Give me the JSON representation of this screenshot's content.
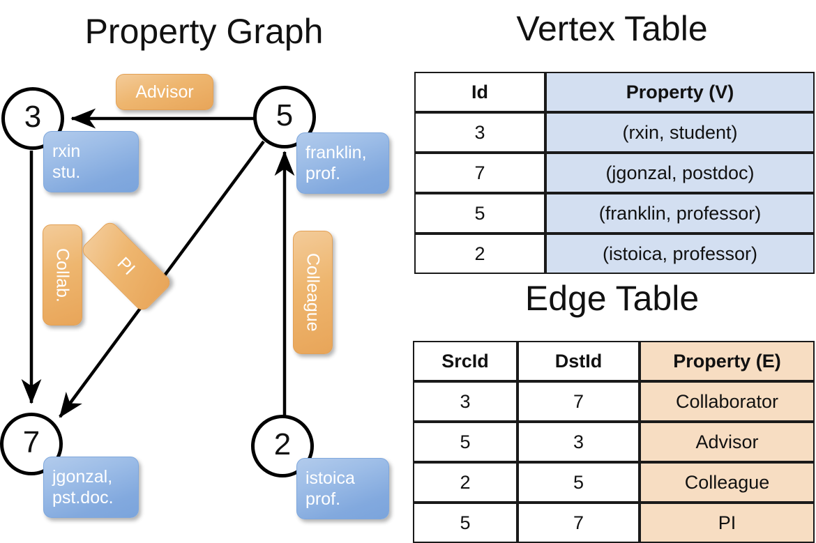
{
  "titles": {
    "property_graph": "Property Graph",
    "vertex_table": "Vertex Table",
    "edge_table": "Edge Table"
  },
  "graph": {
    "nodes": [
      {
        "id": "3",
        "label": "3",
        "property_line1": "rxin",
        "property_line2": "stu."
      },
      {
        "id": "5",
        "label": "5",
        "property_line1": "franklin,",
        "property_line2": "prof."
      },
      {
        "id": "7",
        "label": "7",
        "property_line1": "jgonzal,",
        "property_line2": "pst.doc."
      },
      {
        "id": "2",
        "label": "2",
        "property_line1": "istoica",
        "property_line2": "prof."
      }
    ],
    "edge_labels": {
      "advisor": "Advisor",
      "collab": "Collab.",
      "pi": "PI",
      "colleague": "Colleague"
    }
  },
  "vertex_table": {
    "headers": [
      "Id",
      "Property (V)"
    ],
    "rows": [
      {
        "id": "3",
        "property": "(rxin, student)"
      },
      {
        "id": "7",
        "property": "(jgonzal, postdoc)"
      },
      {
        "id": "5",
        "property": "(franklin, professor)"
      },
      {
        "id": "2",
        "property": "(istoica, professor)"
      }
    ]
  },
  "edge_table": {
    "headers": [
      "SrcId",
      "DstId",
      "Property (E)"
    ],
    "rows": [
      {
        "src": "3",
        "dst": "7",
        "property": "Collaborator"
      },
      {
        "src": "5",
        "dst": "3",
        "property": "Advisor"
      },
      {
        "src": "2",
        "dst": "5",
        "property": "Colleague"
      },
      {
        "src": "5",
        "dst": "7",
        "property": "PI"
      }
    ]
  },
  "colors": {
    "vertex_property_fill": "#d3dff1",
    "edge_property_fill": "#f7ddc2",
    "vertex_box": "#82a9de",
    "edge_box": "#eeb66f",
    "stroke": "#000000"
  }
}
